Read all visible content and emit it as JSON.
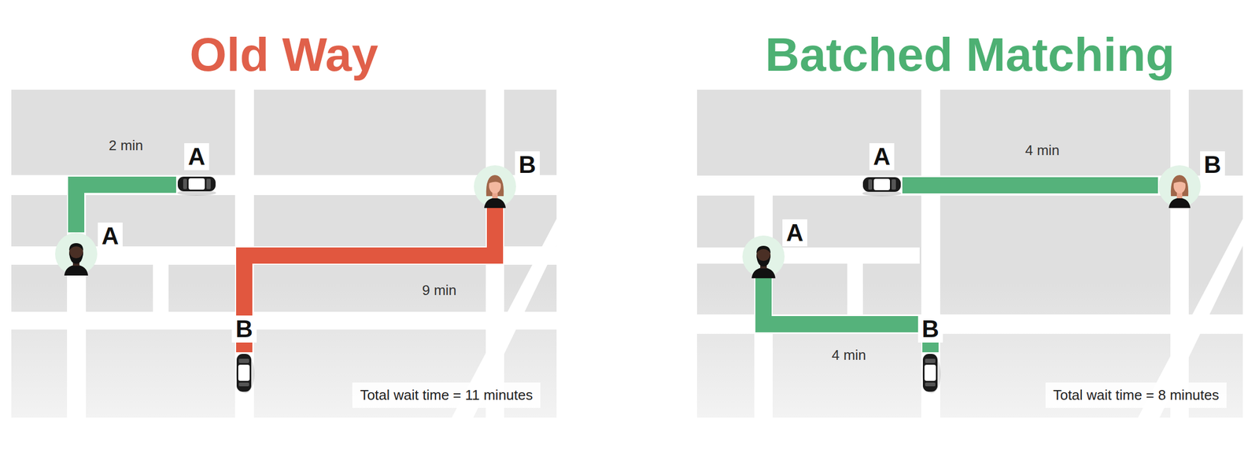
{
  "diagram": {
    "nodes": [
      {
        "text": [
          "Old Way",
          "Total wait time = 11 minutes"
        ]
      },
      {
        "text": [
          "A"
        ],
        "in": 0
      },
      {
        "text": [
          "B"
        ],
        "in": 0
      },
      {
        "text": [
          "A"
        ],
        "in": 0
      },
      {
        "text": [
          "B"
        ],
        "in": 0
      },
      {
        "text": [
          "Batched Matching",
          "Total wait time = 8 minutes"
        ]
      },
      {
        "text": [
          "A"
        ],
        "in": 5
      },
      {
        "text": [
          "B"
        ],
        "in": 5
      },
      {
        "text": [
          "A"
        ],
        "in": 5
      },
      {
        "text": [
          "B"
        ],
        "in": 5
      }
    ],
    "edges": [
      {
        "from": 1,
        "to": 3,
        "label": "2 min",
        "arrow": "none"
      },
      {
        "from": 4,
        "to": 2,
        "label": "9 min",
        "arrow": "none"
      },
      {
        "from": 6,
        "to": 7,
        "label": "4 min",
        "arrow": "none"
      },
      {
        "from": 9,
        "to": 8,
        "label": "4 min",
        "arrow": "none"
      }
    ]
  }
}
